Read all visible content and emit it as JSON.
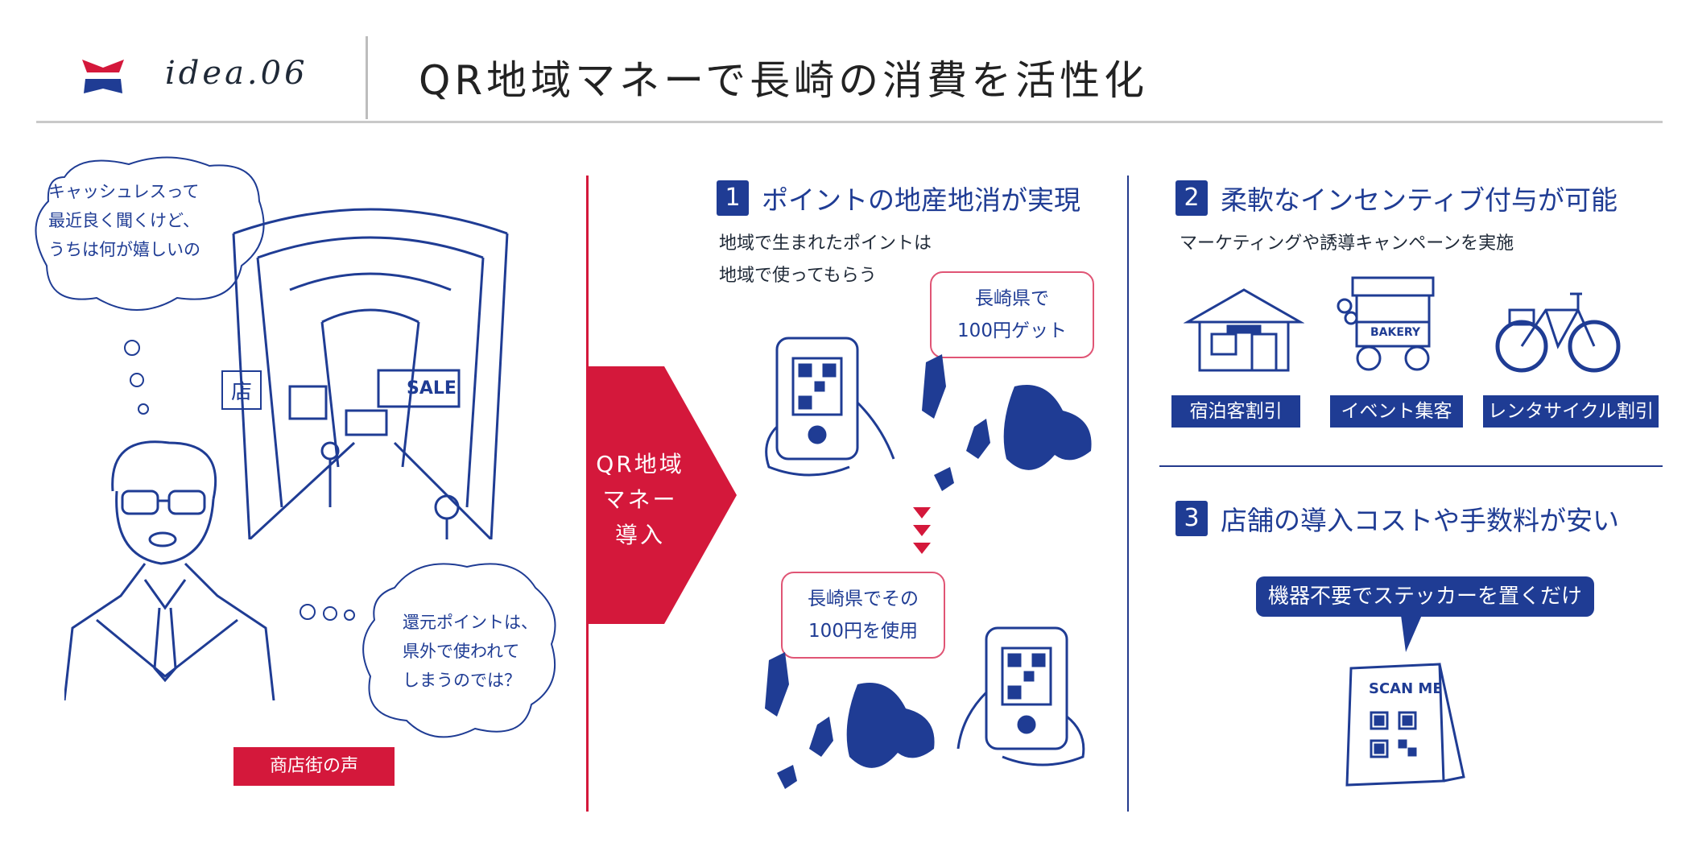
{
  "header": {
    "idea_label": "idea.06",
    "title": "QR地域マネーで長崎の消費を活性化"
  },
  "left": {
    "bubble_top": [
      "キャッシュレスって",
      "最近良く聞くけど、",
      "うちは何が嬉しいの"
    ],
    "bubble_bottom": [
      "還元ポイントは、",
      "県外で使われて",
      "しまうのでは？"
    ],
    "caption": "商店街の声",
    "sign_sale": "SALE",
    "sign_shop": "店"
  },
  "arrow": {
    "lines": [
      "QR地域",
      "マネー",
      "導入"
    ]
  },
  "point1": {
    "number": "1",
    "title": "ポイントの地産地消が実現",
    "desc": [
      "地域で生まれたポイントは",
      "地域で使ってもらう"
    ],
    "callout_top": [
      "長崎県で",
      "100円ゲット"
    ],
    "callout_bottom": [
      "長崎県でその",
      "100円を使用"
    ]
  },
  "point2": {
    "number": "2",
    "title": "柔軟なインセンティブ付与が可能",
    "desc": "マーケティングや誘導キャンペーンを実施",
    "labels": [
      "宿泊客割引",
      "イベント集客",
      "レンタサイクル割引"
    ],
    "bakery": "BAKERY"
  },
  "point3": {
    "number": "3",
    "title": "店舗の導入コストや手数料が安い",
    "callout": "機器不要でステッカーを置くだけ",
    "sticker": "SCAN ME"
  },
  "colors": {
    "red": "#d4183b",
    "blue": "#1f3c94"
  }
}
